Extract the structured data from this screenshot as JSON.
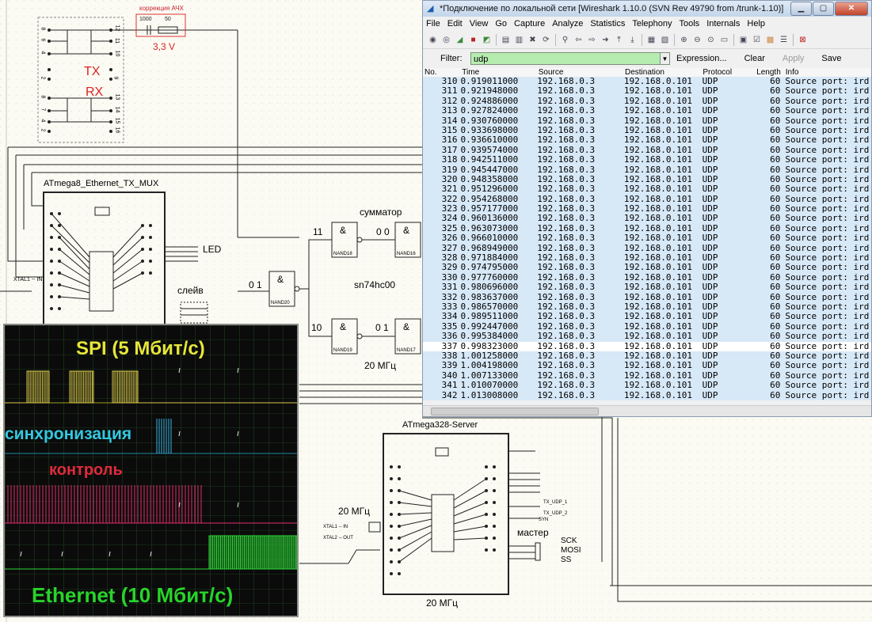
{
  "schematic": {
    "ach_label": "коррекция АЧХ",
    "ach_r": "1000",
    "ach_c": "50",
    "voltage": "3,3 V",
    "tx": "TX",
    "rx": "RX",
    "left_pins": [
      "8",
      "6",
      "4",
      "2",
      "8",
      "7",
      "4",
      "2"
    ],
    "right_pins": [
      "12",
      "11",
      "10",
      "9",
      "13",
      "14",
      "15",
      "16"
    ],
    "mcu1_title": "ATmega8_Ethernet_TX_MUX",
    "led": "LED",
    "slave": "слейв",
    "xtal1": "XTAL1 -- IN",
    "adder": "сумматор",
    "sn": "sn74hc00",
    "gate1_in": "11",
    "gate2_in": "0 0",
    "gate3_in": "0 1",
    "gate4_in": "10",
    "gate5_in": "0 1",
    "gate_sym": "&",
    "gate_names": [
      "NAND18",
      "NAND16",
      "NAND20",
      "NAND19",
      "NAND17"
    ],
    "freq1": "20 МГц",
    "mcu2_title": "ATmega328-Server",
    "freq2": "20 МГц",
    "freq3": "20 МГц",
    "xtal_in": "XTAL1 -- IN",
    "xtal_out": "XTAL2 -- OUT",
    "master": "мастер",
    "sck": "SCK",
    "mosi": "MOSI",
    "ss": "SS",
    "udp_pins": [
      "TX_UDP_1",
      "TX_UDP_2"
    ],
    "syn": "SYN"
  },
  "oscilloscope": {
    "spi": "SPI (5 Мбит/с)",
    "sync": "синхронизация",
    "control": "контроль",
    "ethernet": "Ethernet (10 Мбит/с)",
    "colors": {
      "spi": "#e6e639",
      "sync": "#33c8e0",
      "control": "#e02a3a",
      "ethernet": "#28d42a"
    }
  },
  "wireshark": {
    "title": "*Подключение по локальной сети   [Wireshark 1.10.0  (SVN Rev 49790 from /trunk-1.10)]",
    "menu": [
      "File",
      "Edit",
      "View",
      "Go",
      "Capture",
      "Analyze",
      "Statistics",
      "Telephony",
      "Tools",
      "Internals",
      "Help"
    ],
    "filter_label": "Filter:",
    "filter_value": "udp",
    "expression": "Expression...",
    "clear": "Clear",
    "apply": "Apply",
    "save": "Save",
    "columns": [
      "No.",
      "Time",
      "Source",
      "Destination",
      "Protocol",
      "Length",
      "Info"
    ],
    "rows": [
      [
        "310",
        "0.919011000",
        "192.168.0.3",
        "192.168.0.101",
        "UDP",
        "60",
        "Source port: ird"
      ],
      [
        "311",
        "0.921948000",
        "192.168.0.3",
        "192.168.0.101",
        "UDP",
        "60",
        "Source port: ird"
      ],
      [
        "312",
        "0.924886000",
        "192.168.0.3",
        "192.168.0.101",
        "UDP",
        "60",
        "Source port: ird"
      ],
      [
        "313",
        "0.927824000",
        "192.168.0.3",
        "192.168.0.101",
        "UDP",
        "60",
        "Source port: ird"
      ],
      [
        "314",
        "0.930760000",
        "192.168.0.3",
        "192.168.0.101",
        "UDP",
        "60",
        "Source port: ird"
      ],
      [
        "315",
        "0.933698000",
        "192.168.0.3",
        "192.168.0.101",
        "UDP",
        "60",
        "Source port: ird"
      ],
      [
        "316",
        "0.936610000",
        "192.168.0.3",
        "192.168.0.101",
        "UDP",
        "60",
        "Source port: ird"
      ],
      [
        "317",
        "0.939574000",
        "192.168.0.3",
        "192.168.0.101",
        "UDP",
        "60",
        "Source port: ird"
      ],
      [
        "318",
        "0.942511000",
        "192.168.0.3",
        "192.168.0.101",
        "UDP",
        "60",
        "Source port: ird"
      ],
      [
        "319",
        "0.945447000",
        "192.168.0.3",
        "192.168.0.101",
        "UDP",
        "60",
        "Source port: ird"
      ],
      [
        "320",
        "0.948358000",
        "192.168.0.3",
        "192.168.0.101",
        "UDP",
        "60",
        "Source port: ird"
      ],
      [
        "321",
        "0.951296000",
        "192.168.0.3",
        "192.168.0.101",
        "UDP",
        "60",
        "Source port: ird"
      ],
      [
        "322",
        "0.954268000",
        "192.168.0.3",
        "192.168.0.101",
        "UDP",
        "60",
        "Source port: ird"
      ],
      [
        "323",
        "0.957177000",
        "192.168.0.3",
        "192.168.0.101",
        "UDP",
        "60",
        "Source port: ird"
      ],
      [
        "324",
        "0.960136000",
        "192.168.0.3",
        "192.168.0.101",
        "UDP",
        "60",
        "Source port: ird"
      ],
      [
        "325",
        "0.963073000",
        "192.168.0.3",
        "192.168.0.101",
        "UDP",
        "60",
        "Source port: ird"
      ],
      [
        "326",
        "0.966010000",
        "192.168.0.3",
        "192.168.0.101",
        "UDP",
        "60",
        "Source port: ird"
      ],
      [
        "327",
        "0.968949000",
        "192.168.0.3",
        "192.168.0.101",
        "UDP",
        "60",
        "Source port: ird"
      ],
      [
        "328",
        "0.971884000",
        "192.168.0.3",
        "192.168.0.101",
        "UDP",
        "60",
        "Source port: ird"
      ],
      [
        "329",
        "0.974795000",
        "192.168.0.3",
        "192.168.0.101",
        "UDP",
        "60",
        "Source port: ird"
      ],
      [
        "330",
        "0.977760000",
        "192.168.0.3",
        "192.168.0.101",
        "UDP",
        "60",
        "Source port: ird"
      ],
      [
        "331",
        "0.980696000",
        "192.168.0.3",
        "192.168.0.101",
        "UDP",
        "60",
        "Source port: ird"
      ],
      [
        "332",
        "0.983637000",
        "192.168.0.3",
        "192.168.0.101",
        "UDP",
        "60",
        "Source port: ird"
      ],
      [
        "333",
        "0.986570000",
        "192.168.0.3",
        "192.168.0.101",
        "UDP",
        "60",
        "Source port: ird"
      ],
      [
        "334",
        "0.989511000",
        "192.168.0.3",
        "192.168.0.101",
        "UDP",
        "60",
        "Source port: ird"
      ],
      [
        "335",
        "0.992447000",
        "192.168.0.3",
        "192.168.0.101",
        "UDP",
        "60",
        "Source port: ird"
      ],
      [
        "336",
        "0.995384000",
        "192.168.0.3",
        "192.168.0.101",
        "UDP",
        "60",
        "Source port: ird"
      ],
      [
        "337",
        "0.998323000",
        "192.168.0.3",
        "192.168.0.101",
        "UDP",
        "60",
        "Source port: ird"
      ],
      [
        "338",
        "1.001258000",
        "192.168.0.3",
        "192.168.0.101",
        "UDP",
        "60",
        "Source port: ird"
      ],
      [
        "339",
        "1.004198000",
        "192.168.0.3",
        "192.168.0.101",
        "UDP",
        "60",
        "Source port: ird"
      ],
      [
        "340",
        "1.007133000",
        "192.168.0.3",
        "192.168.0.101",
        "UDP",
        "60",
        "Source port: ird"
      ],
      [
        "341",
        "1.010070000",
        "192.168.0.3",
        "192.168.0.101",
        "UDP",
        "60",
        "Source port: ird"
      ],
      [
        "342",
        "1.013008000",
        "192.168.0.3",
        "192.168.0.101",
        "UDP",
        "60",
        "Source port: ird"
      ]
    ],
    "selected_row": 27
  }
}
